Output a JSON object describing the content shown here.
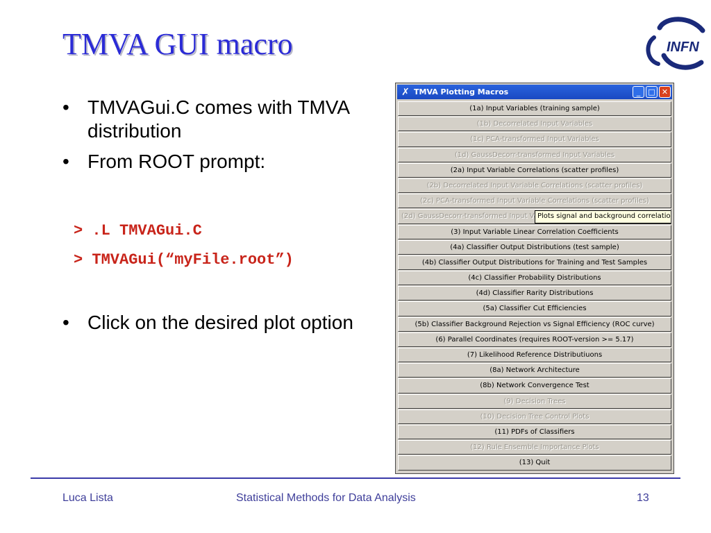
{
  "slide": {
    "title": "TMVA GUI macro",
    "bullet_glyph": "•",
    "bullets": [
      "TMVAGui.C comes with TMVA distribution",
      "From ROOT prompt:",
      "Click on the desired plot option"
    ],
    "code": [
      "> .L TMVAGui.C",
      "> TMVAGui(“myFile.root”)"
    ]
  },
  "logo": {
    "text": "INFN",
    "icon": "infn-logo"
  },
  "window": {
    "title": "TMVA Plotting Macros",
    "icon": "x-app-icon",
    "controls": {
      "minimize": "_",
      "maximize": "□",
      "close": "✕"
    },
    "buttons": [
      {
        "label": "(1a) Input Variables (training sample)",
        "enabled": true
      },
      {
        "label": "(1b) Decorrelated Input Variables",
        "enabled": false
      },
      {
        "label": "(1c) PCA-transformed Input Variables",
        "enabled": false
      },
      {
        "label": "(1d) GaussDecorr-transformed Input Variables",
        "enabled": false
      },
      {
        "label": "(2a) Input Variable Correlations (scatter profiles)",
        "enabled": true
      },
      {
        "label": "(2b) Decorrelated Input Variable Correlations (scatter profiles)",
        "enabled": false
      },
      {
        "label": "(2c) PCA-transformed Input Variable Correlations (scatter profiles)",
        "enabled": false
      },
      {
        "label": "(2d) GaussDecorr-transformed Input Variable Correlations (scatter profiles)",
        "enabled": false
      },
      {
        "label": "(3) Input Variable Linear Correlation Coefficients",
        "enabled": true
      },
      {
        "label": "(4a) Classifier Output Distributions (test sample)",
        "enabled": true
      },
      {
        "label": "(4b) Classifier Output Distributions for Training and Test Samples",
        "enabled": true
      },
      {
        "label": "(4c) Classifier Probability Distributions",
        "enabled": true
      },
      {
        "label": "(4d) Classifier Rarity Distributions",
        "enabled": true
      },
      {
        "label": "(5a) Classifier Cut Efficiencies",
        "enabled": true
      },
      {
        "label": "(5b) Classifier Background Rejection vs Signal Efficiency (ROC curve)",
        "enabled": true
      },
      {
        "label": "(6) Parallel Coordinates (requires ROOT-version >= 5.17)",
        "enabled": true
      },
      {
        "label": "(7) Likelihood Reference Distributiuons",
        "enabled": true
      },
      {
        "label": "(8a) Network Architecture",
        "enabled": true
      },
      {
        "label": "(8b) Network Convergence Test",
        "enabled": true
      },
      {
        "label": "(9) Decision Trees",
        "enabled": false
      },
      {
        "label": "(10) Decision Tree Control Plots",
        "enabled": false
      },
      {
        "label": "(11) PDFs of Classifiers",
        "enabled": true
      },
      {
        "label": "(12) Rule Ensemble Importance Plots",
        "enabled": false
      },
      {
        "label": "(13) Quit",
        "enabled": true
      }
    ],
    "tooltip": {
      "button_index": 7,
      "text": "Plots signal and background correlatio"
    }
  },
  "footer": {
    "author": "Luca Lista",
    "course": "Statistical Methods for Data Analysis",
    "page": "13"
  },
  "colors": {
    "title": "#2b2bd6",
    "code": "#c8241a",
    "footer": "#3e3e9a",
    "window_bg": "#d4d0c8",
    "titlebar": "#2a63dd",
    "tooltip_bg": "#ffffe1"
  }
}
